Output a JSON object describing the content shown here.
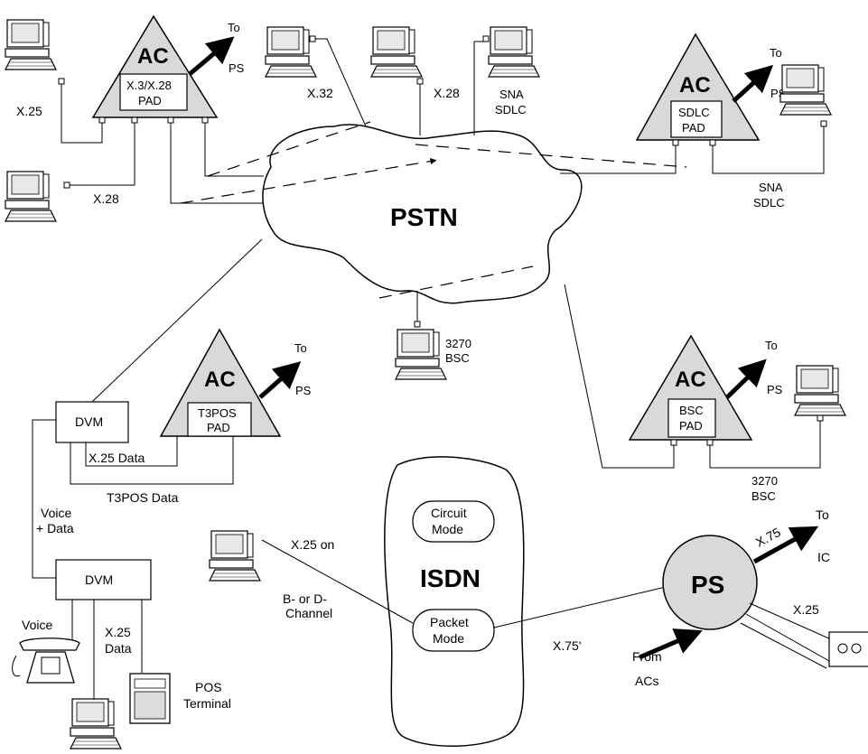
{
  "cloud": {
    "label": "PSTN"
  },
  "isdn": {
    "label": "ISDN",
    "circuit_line1": "Circuit",
    "circuit_line2": "Mode",
    "packet_line1": "Packet",
    "packet_line2": "Mode"
  },
  "ac_units": [
    {
      "title": "AC",
      "box_line1": "X.3/X.28",
      "box_line2": "PAD",
      "arrow_to": "To",
      "arrow_ps": "PS"
    },
    {
      "title": "AC",
      "box_line1": "SDLC",
      "box_line2": "PAD",
      "arrow_to": "To",
      "arrow_ps": "PS"
    },
    {
      "title": "AC",
      "box_line1": "T3POS",
      "box_line2": "PAD",
      "arrow_to": "To",
      "arrow_ps": "PS"
    },
    {
      "title": "AC",
      "box_line1": "BSC",
      "box_line2": "PAD",
      "arrow_to": "To",
      "arrow_ps": "PS"
    }
  ],
  "ps_node": {
    "label": "PS",
    "to_label": "To",
    "ic_label": "IC",
    "x75_label": "X.75",
    "x25_label": "X.25",
    "from_line1": "From",
    "from_line2": "ACs"
  },
  "labels": {
    "x25_top": "X.25",
    "x28_left": "X.28",
    "x32": "X.32",
    "x28_mid": "X.28",
    "sna_top1": "SNA",
    "sna_top2": "SDLC",
    "sna_right1": "SNA",
    "sna_right2": "SDLC",
    "bsc_mid1": "3270",
    "bsc_mid2": "BSC",
    "bsc_right1": "3270",
    "bsc_right2": "BSC",
    "x25_data": "X.25  Data",
    "t3pos_data": "T3POS Data",
    "voice_data1": "Voice",
    "voice_data2": "+ Data",
    "voice": "Voice",
    "x25_data2_1": "X.25",
    "x25_data2_2": "Data",
    "pos1": "POS",
    "pos2": "Terminal",
    "x25on": "X.25  on",
    "bchan1": "B-  or  D-",
    "bchan2": "Channel",
    "x75prime": "X.75'"
  },
  "dvm": {
    "top_label": "DVM",
    "bottom_label": "DVM"
  }
}
